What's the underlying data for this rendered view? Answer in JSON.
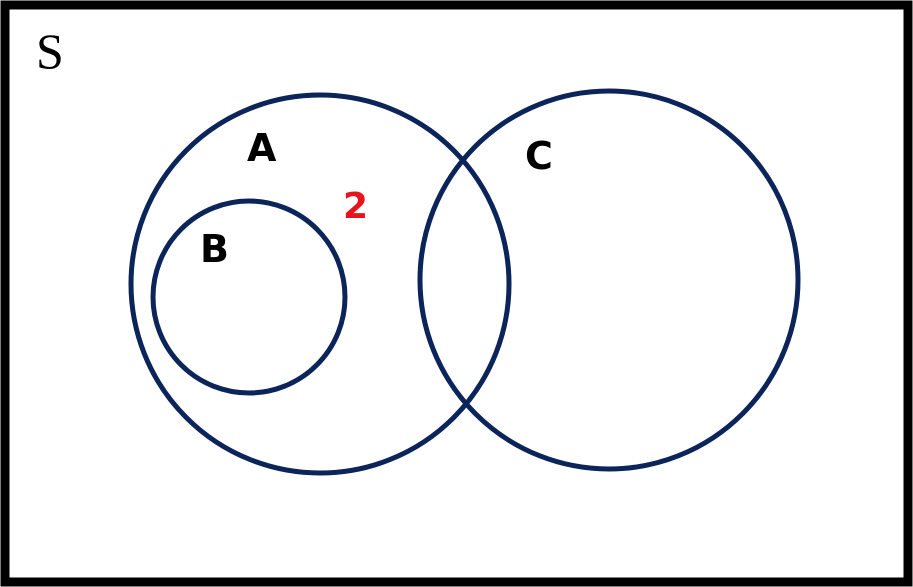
{
  "diagram": {
    "universe_label": "S",
    "sets": [
      {
        "label": "A"
      },
      {
        "label": "B"
      },
      {
        "label": "C"
      }
    ],
    "region_values": [
      {
        "region": "A only",
        "value": "2"
      }
    ],
    "colors": {
      "circle_stroke": "#0b2459",
      "frame_stroke": "#000000",
      "label_text": "#000000",
      "region_value_text": "#e8141c"
    }
  }
}
